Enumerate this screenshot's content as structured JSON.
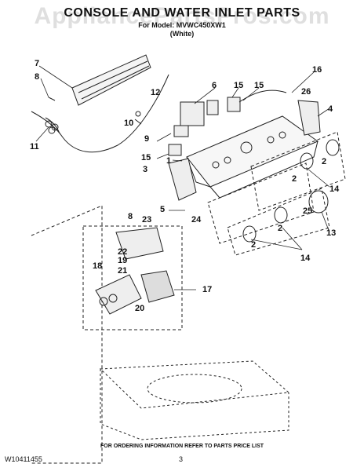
{
  "watermark": "AppliancePartsPros.com",
  "header": {
    "title": "CONSOLE AND WATER INLET PARTS",
    "model_line": "For Model: MVWC450XW1",
    "color_line": "(White)"
  },
  "callouts": [
    "7",
    "8",
    "11",
    "6",
    "15",
    "15",
    "16",
    "26",
    "12",
    "10",
    "4",
    "9",
    "15",
    "1",
    "3",
    "2",
    "2",
    "14",
    "5",
    "24",
    "8",
    "23",
    "22",
    "19",
    "21",
    "18",
    "20",
    "17",
    "25",
    "2",
    "2",
    "13",
    "14"
  ],
  "footer": {
    "ordering_info": "FOR ORDERING INFORMATION REFER TO PARTS PRICE LIST",
    "doc_code": "W10411455",
    "page_number": "3"
  }
}
